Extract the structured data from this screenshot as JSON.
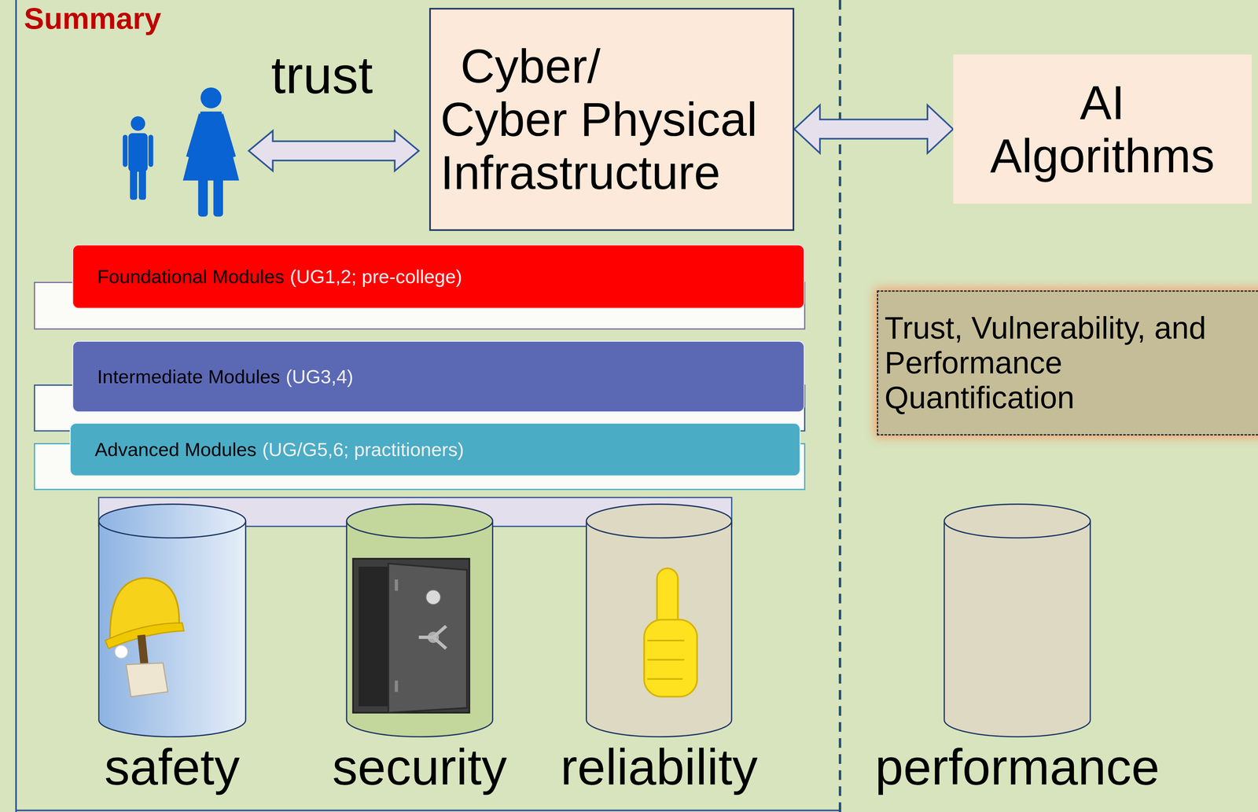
{
  "diagram": {
    "title": "Summary",
    "nodes": [
      {
        "text": [
          "Cyber/ Cyber Physical Infrastructure"
        ]
      },
      {
        "text": [
          "AI Algorithms"
        ]
      },
      {
        "text": [
          "Foundational Modules",
          "(UG1,2; pre-college)"
        ]
      },
      {
        "text": [
          "Intermediate Modules",
          "(UG3,4)"
        ]
      },
      {
        "text": [
          "Advanced Modules",
          "(UG/G5,6; practitioners)"
        ]
      },
      {
        "text": [
          "Trust, Vulnerability, and Performance Quantification"
        ]
      },
      {
        "text": [
          "safety"
        ]
      },
      {
        "text": [
          "security"
        ]
      },
      {
        "text": [
          "reliability"
        ]
      },
      {
        "text": [
          "performance"
        ]
      }
    ],
    "edges": [
      {
        "from": 0,
        "to": 1,
        "arrow": "both"
      }
    ],
    "labels": [
      "trust"
    ]
  }
}
